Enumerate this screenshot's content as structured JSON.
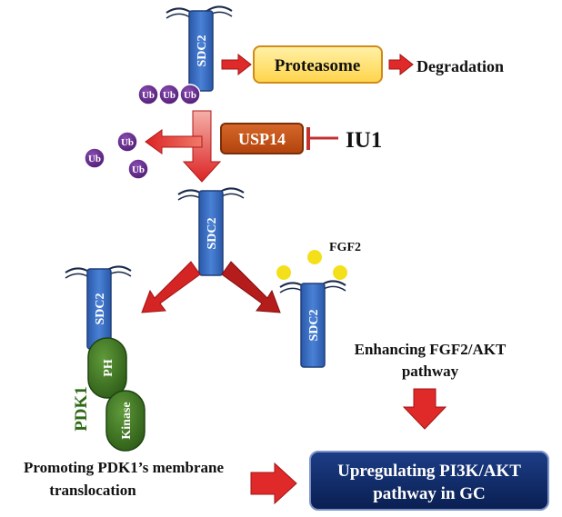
{
  "receptor": {
    "name": "SDC2"
  },
  "ubiquitin": {
    "label": "Ub"
  },
  "nodes": {
    "proteasome": "Proteasome",
    "degradation": "Degradation",
    "usp14": "USP14",
    "iu1": "IU1",
    "fgf2": "FGF2",
    "pdk1": "PDK1",
    "ph_domain": "PH",
    "kinase_domain": "Kinase",
    "fgf2_akt_line1": "Enhancing FGF2/AKT",
    "fgf2_akt_line2": "pathway",
    "pdk1_line1": "Promoting PDK1’s membrane",
    "pdk1_line2": "translocation",
    "outcome_line1": "Upregulating PI3K/AKT",
    "outcome_line2": "pathway in GC"
  },
  "colors": {
    "receptor_fill": "#3d70c4",
    "receptor_stroke": "#1f3f7a",
    "ub_fill": "#6a2c91",
    "proteasome_fill": "#ffe07a",
    "proteasome_stroke": "#d08a1a",
    "usp14_fill": "#c4541c",
    "usp14_stroke": "#7a2e08",
    "arrow_red": "#e02a2a",
    "arrow_dark": "#b01818",
    "inhibitor": "#c43030",
    "fgf2_fill": "#f4e01a",
    "pdk1_fill": "#3f7a24",
    "pdk1_stroke": "#1f4412",
    "outcome_fill": "#0f2a66",
    "outcome_stroke": "#7d92c7",
    "text_dark": "#111111",
    "text_green": "#2f6a18"
  }
}
